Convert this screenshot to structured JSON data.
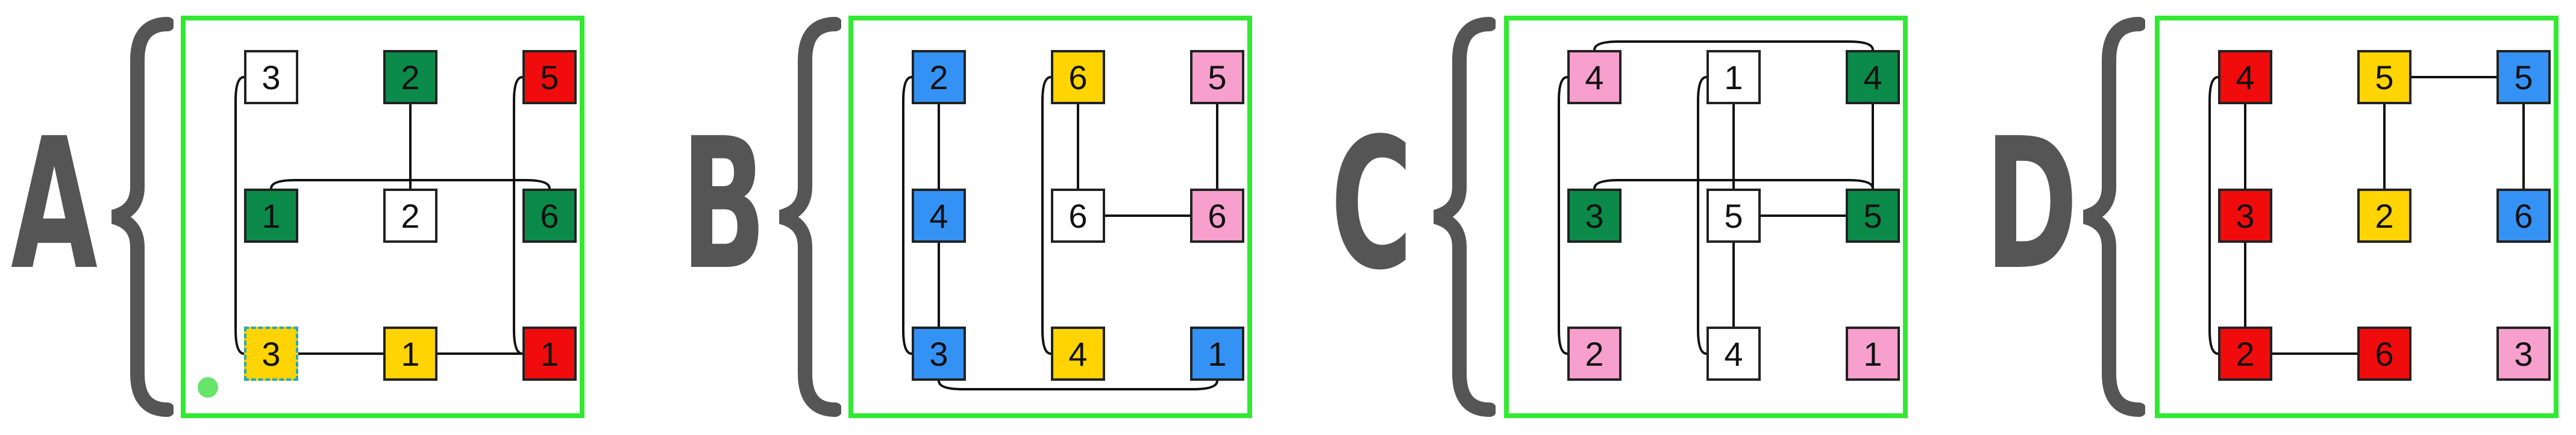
{
  "colors": {
    "white": "#ffffff",
    "green": "#0b8a49",
    "red": "#f00c0c",
    "yellow": "#ffd400",
    "blue": "#3592f5",
    "pink": "#f79fcd",
    "border": "#33e833",
    "letter": "#555555"
  },
  "panels": [
    {
      "letter": "A",
      "nodes": [
        {
          "id": "r1c1",
          "label": "3",
          "color": "white"
        },
        {
          "id": "r1c2",
          "label": "2",
          "color": "green"
        },
        {
          "id": "r1c3",
          "label": "5",
          "color": "red"
        },
        {
          "id": "r2c1",
          "label": "1",
          "color": "green"
        },
        {
          "id": "r2c2",
          "label": "2",
          "color": "white"
        },
        {
          "id": "r2c3",
          "label": "6",
          "color": "green"
        },
        {
          "id": "r3c1",
          "label": "3",
          "color": "yellow",
          "selected": true
        },
        {
          "id": "r3c2",
          "label": "1",
          "color": "yellow"
        },
        {
          "id": "r3c3",
          "label": "1",
          "color": "red"
        }
      ],
      "edges": [
        [
          "r1c2",
          "r2c2"
        ],
        [
          "r3c1",
          "r3c2"
        ],
        [
          "r3c2",
          "r3c3"
        ],
        [
          "r1c1",
          "r3c1"
        ],
        [
          "r1c3",
          "r3c3"
        ],
        [
          "r2c1",
          "r2c3"
        ]
      ]
    },
    {
      "letter": "B",
      "nodes": [
        {
          "id": "r1c1",
          "label": "2",
          "color": "blue"
        },
        {
          "id": "r1c2",
          "label": "6",
          "color": "yellow"
        },
        {
          "id": "r1c3",
          "label": "5",
          "color": "pink"
        },
        {
          "id": "r2c1",
          "label": "4",
          "color": "blue"
        },
        {
          "id": "r2c2",
          "label": "6",
          "color": "white"
        },
        {
          "id": "r2c3",
          "label": "6",
          "color": "pink"
        },
        {
          "id": "r3c1",
          "label": "3",
          "color": "blue"
        },
        {
          "id": "r3c2",
          "label": "4",
          "color": "yellow"
        },
        {
          "id": "r3c3",
          "label": "1",
          "color": "blue"
        }
      ],
      "edges": [
        [
          "r1c1",
          "r2c1"
        ],
        [
          "r2c1",
          "r3c1"
        ],
        [
          "r1c2",
          "r2c2"
        ],
        [
          "r2c2",
          "r2c3"
        ],
        [
          "r1c3",
          "r2c3"
        ],
        [
          "r1c1",
          "r3c1"
        ],
        [
          "r1c2",
          "r3c2"
        ],
        [
          "r3c1",
          "r3c3"
        ]
      ]
    },
    {
      "letter": "C",
      "nodes": [
        {
          "id": "r1c1",
          "label": "4",
          "color": "pink"
        },
        {
          "id": "r1c2",
          "label": "1",
          "color": "white"
        },
        {
          "id": "r1c3",
          "label": "4",
          "color": "green"
        },
        {
          "id": "r2c1",
          "label": "3",
          "color": "green"
        },
        {
          "id": "r2c2",
          "label": "5",
          "color": "white"
        },
        {
          "id": "r2c3",
          "label": "5",
          "color": "green"
        },
        {
          "id": "r3c1",
          "label": "2",
          "color": "pink"
        },
        {
          "id": "r3c2",
          "label": "4",
          "color": "white"
        },
        {
          "id": "r3c3",
          "label": "1",
          "color": "pink"
        }
      ],
      "edges": [
        [
          "r1c2",
          "r2c2"
        ],
        [
          "r2c2",
          "r3c2"
        ],
        [
          "r1c3",
          "r2c3"
        ],
        [
          "r2c2",
          "r2c3"
        ],
        [
          "r1c1",
          "r1c3"
        ],
        [
          "r2c1",
          "r2c3"
        ],
        [
          "r1c1",
          "r3c1"
        ],
        [
          "r1c2",
          "r3c2"
        ]
      ]
    },
    {
      "letter": "D",
      "nodes": [
        {
          "id": "r1c1",
          "label": "4",
          "color": "red"
        },
        {
          "id": "r1c2",
          "label": "5",
          "color": "yellow"
        },
        {
          "id": "r1c3",
          "label": "5",
          "color": "blue"
        },
        {
          "id": "r2c1",
          "label": "3",
          "color": "red"
        },
        {
          "id": "r2c2",
          "label": "2",
          "color": "yellow"
        },
        {
          "id": "r2c3",
          "label": "6",
          "color": "blue"
        },
        {
          "id": "r3c1",
          "label": "2",
          "color": "red"
        },
        {
          "id": "r3c2",
          "label": "6",
          "color": "red"
        },
        {
          "id": "r3c3",
          "label": "3",
          "color": "pink"
        }
      ],
      "edges": [
        [
          "r1c1",
          "r2c1"
        ],
        [
          "r2c1",
          "r3c1"
        ],
        [
          "r3c1",
          "r3c2"
        ],
        [
          "r1c2",
          "r1c3"
        ],
        [
          "r1c2",
          "r2c2"
        ],
        [
          "r1c3",
          "r2c3"
        ],
        [
          "r1c1",
          "r3c1"
        ]
      ]
    }
  ]
}
